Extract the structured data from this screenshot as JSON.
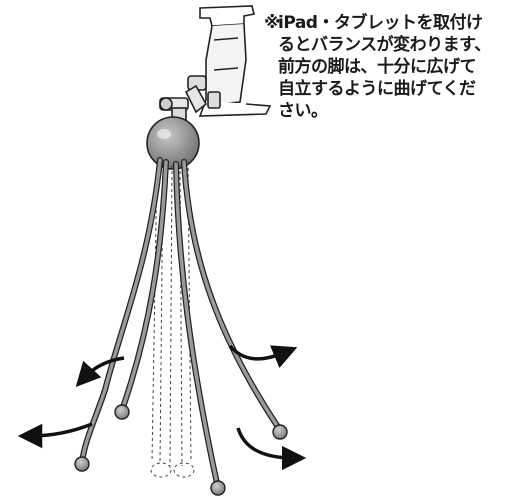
{
  "note": {
    "mark": "※",
    "lines": [
      "iPad・タブレットを取付け",
      "るとバランスが変わります、",
      "前方の脚は、十分に広げて",
      "自立するように曲げてくだ",
      "さい。"
    ]
  },
  "icons": [
    "tablet-holder-icon",
    "ball-joint-icon",
    "flexible-leg-icon",
    "bend-arrow-icon"
  ]
}
